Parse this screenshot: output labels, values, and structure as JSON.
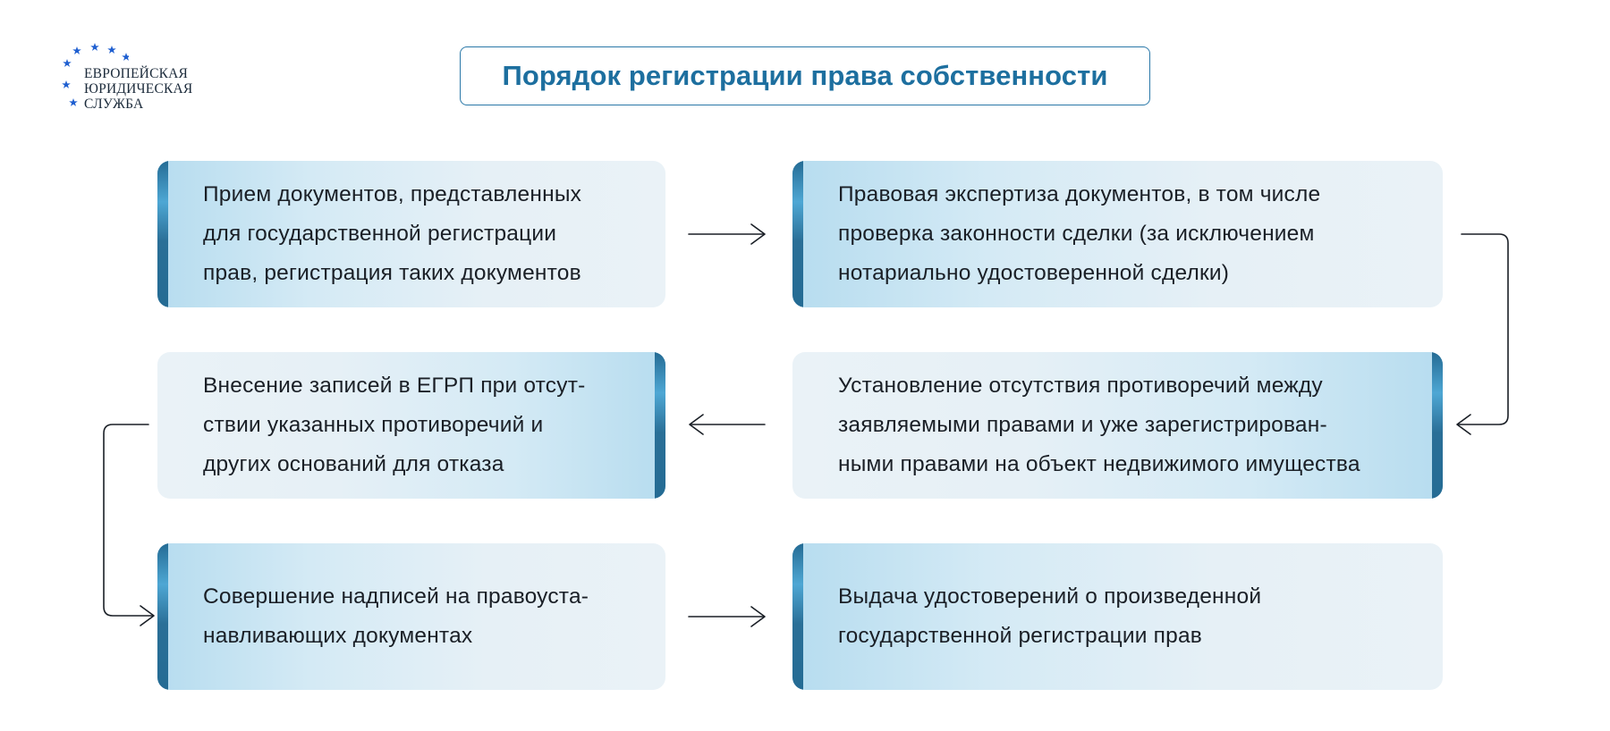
{
  "logo": {
    "lines": [
      "ЕВРОПЕЙСКАЯ",
      "ЮРИДИЧЕСКАЯ",
      "СЛУЖБА"
    ],
    "star_color": "#1f5fd0"
  },
  "title": "Порядок регистрации права собственности",
  "colors": {
    "accent": "#1d6f9f",
    "bar": "#2a6f97",
    "box_light": "#e6f0f6",
    "box_tint": "#b6dcef",
    "arrow": "#1a1f26"
  },
  "steps": [
    {
      "id": 1,
      "text": "Прием документов, представленных\nдля государственной регистрации\nправ, регистрация таких документов"
    },
    {
      "id": 2,
      "text": "Правовая экспертиза документов, в том числе\nпроверка законности сделки (за исключением\nнотариально удостоверенной сделки)"
    },
    {
      "id": 3,
      "text": "Установление отсутствия противоречий между\nзаявляемыми правами и уже зарегистрирован-\nными правами на объект недвижимого имущества"
    },
    {
      "id": 4,
      "text": "Внесение записей в ЕГРП при отсут-\nствии указанных противоречий и\nдругих оснований для отказа"
    },
    {
      "id": 5,
      "text": "Совершение надписей на правоуста-\nнавливающих документах"
    },
    {
      "id": 6,
      "text": "Выдача удостоверений о произведенной\nгосударственной регистрации прав"
    }
  ],
  "flow": [
    [
      1,
      2
    ],
    [
      2,
      3
    ],
    [
      3,
      4
    ],
    [
      4,
      5
    ],
    [
      5,
      6
    ]
  ]
}
